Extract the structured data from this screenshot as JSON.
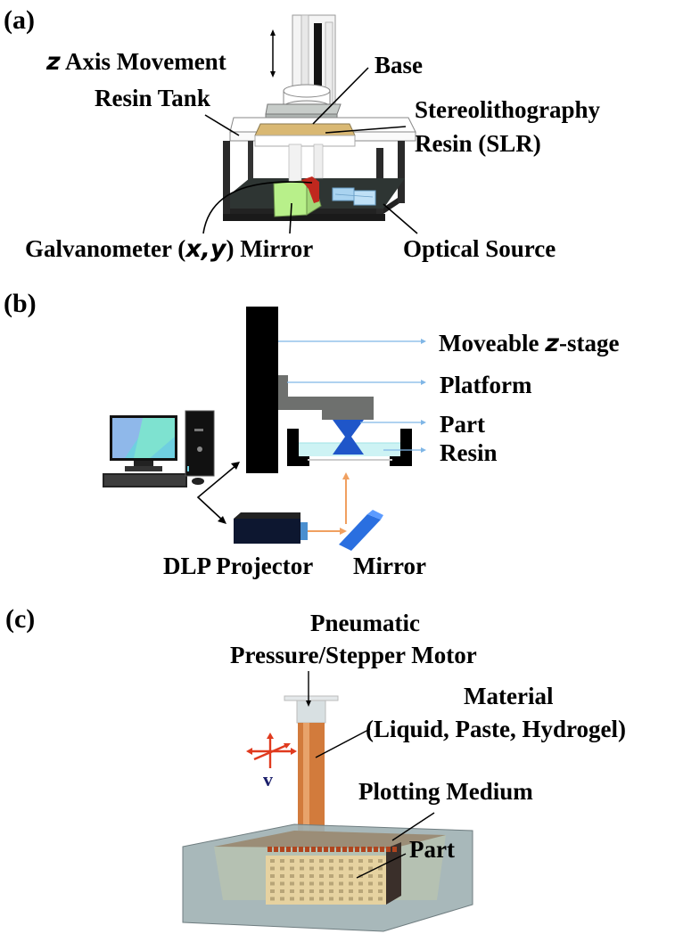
{
  "figure": {
    "panels": [
      {
        "tag": "(a)",
        "title": "Stereolithography (SLA) printer",
        "labels": {
          "z_axis_prefix": "z",
          "z_axis_rest": "Axis Movement",
          "resin_tank": "Resin Tank",
          "base": "Base",
          "slr_line1": "Stereolithography",
          "slr_line2": "Resin (SLR)",
          "galvo_prefix": "Galvanometer (",
          "galvo_xy": "x,y",
          "galvo_suffix": ") Mirror",
          "optical_source": "Optical Source"
        }
      },
      {
        "tag": "(b)",
        "title": "DLP printer",
        "labels": {
          "zstage_prefix": "Moveable ",
          "zstage_z": "z",
          "zstage_suffix": "-stage",
          "platform": "Platform",
          "part": "Part",
          "resin": "Resin",
          "dlp_projector": "DLP Projector",
          "mirror": "Mirror"
        }
      },
      {
        "tag": "(c)",
        "title": "Extrusion bioplotter",
        "labels": {
          "pneumatic_line1": "Pneumatic",
          "pneumatic_line2": "Pressure/Stepper Motor",
          "material_line1": "Material",
          "material_line2": "(Liquid, Paste, Hydrogel)",
          "velocity": "v",
          "plotting_medium": "Plotting Medium",
          "part": "Part"
        }
      }
    ],
    "colors": {
      "resin_tan": "#d9b873",
      "galvo_green": "#b8f08a",
      "galvo_red": "#c0281e",
      "optical_blue": "#a9d3f0",
      "leader_blue": "#7fb6e6",
      "part_blue": "#1f56c9",
      "resin_cyan": "#cdf3f4",
      "beam_orange": "#f0a060",
      "platform_gray": "#6e706e",
      "syringe_copper": "#d27b3c",
      "medium_gray": "#9fb0b3",
      "scaffold_tan": "#e6d2a0",
      "arrow_red": "#e03a1e",
      "velocity_navy": "#1b1f6b"
    }
  }
}
